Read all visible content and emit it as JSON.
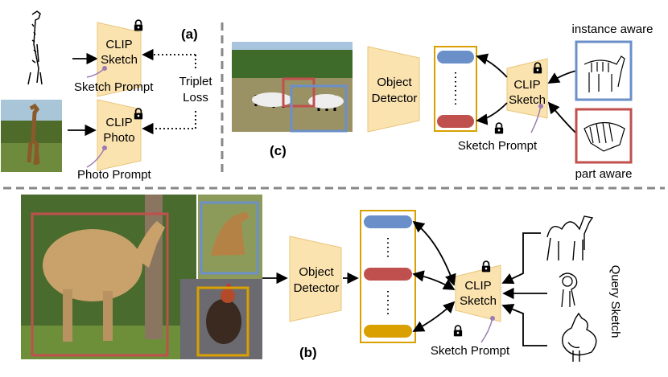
{
  "panel_a": {
    "label": "(a)",
    "encoder_sketch": {
      "line1": "CLIP",
      "line2": "Sketch"
    },
    "encoder_photo": {
      "line1": "CLIP",
      "line2": "Photo"
    },
    "sketch_prompt": "Sketch Prompt",
    "photo_prompt": "Photo Prompt",
    "loss": {
      "line1": "Triplet",
      "line2": "Loss"
    }
  },
  "panel_c": {
    "label": "(c)",
    "detector": {
      "line1": "Object",
      "line2": "Detector"
    },
    "encoder": {
      "line1": "CLIP",
      "line2": "Sketch"
    },
    "sketch_prompt": "Sketch Prompt",
    "instance_aware": "instance aware",
    "part_aware": "part aware"
  },
  "panel_b": {
    "label": "(b)",
    "detector": {
      "line1": "Object",
      "line2": "Detector"
    },
    "encoder": {
      "line1": "CLIP",
      "line2": "Sketch"
    },
    "sketch_prompt": "Sketch Prompt",
    "query_sketch": "Query Sketch"
  },
  "colors": {
    "encoder_fill": "#fbe3b0",
    "blue": "#6b8fc9",
    "red": "#c0504d",
    "gold": "#d9a000",
    "prompt_purple": "#9b7bb3",
    "divider": "#888888"
  },
  "icons": [
    "lock-icon",
    "giraffe-sketch",
    "giraffe-photo",
    "zebra-photo",
    "zebra-sketch",
    "camel-photo",
    "camel-sketch",
    "rooster-photo",
    "rooster-sketch",
    "giraffe-small-photo"
  ]
}
